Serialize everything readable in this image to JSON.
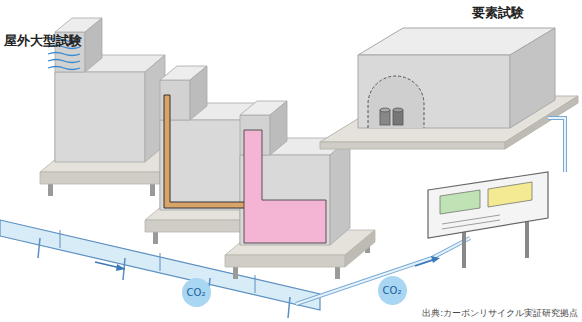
{
  "diagram": {
    "nodes": [
      {
        "text": [
          "CO₂"
        ]
      },
      {
        "text": [
          "CO₂"
        ]
      }
    ],
    "labels": [
      "屋外大型試験",
      "要素試験",
      "出典:カーボンリサイクル実証研究拠点"
    ]
  }
}
